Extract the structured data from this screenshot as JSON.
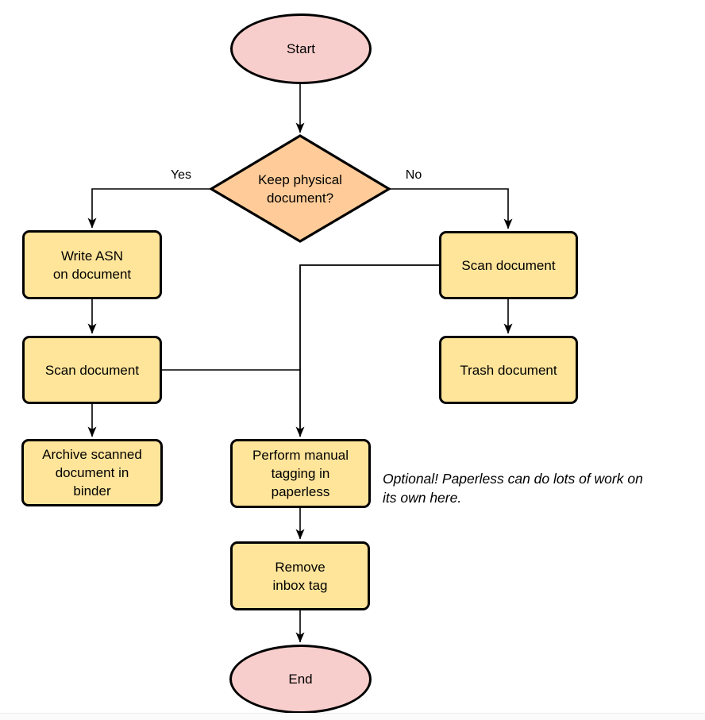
{
  "nodes": {
    "start": {
      "label": "Start"
    },
    "decision": {
      "label": "Keep physical\ndocument?"
    },
    "write_asn": {
      "label": "Write ASN\non document"
    },
    "scan_left": {
      "label": "Scan document"
    },
    "archive": {
      "label": "Archive scanned\ndocument in\nbinder"
    },
    "scan_right": {
      "label": "Scan document"
    },
    "trash": {
      "label": "Trash document"
    },
    "tagging": {
      "label": "Perform manual\ntagging in\npaperless"
    },
    "remove_inbox": {
      "label": "Remove\ninbox tag"
    },
    "end": {
      "label": "End"
    }
  },
  "edge_labels": {
    "yes": "Yes",
    "no": "No"
  },
  "note": {
    "text": "Optional! Paperless can do lots of work on\nits own here."
  },
  "colors": {
    "terminal_fill": "#f8cecc",
    "process_fill": "#ffe59a",
    "decision_fill": "#ffcc99",
    "stroke": "#000000"
  }
}
